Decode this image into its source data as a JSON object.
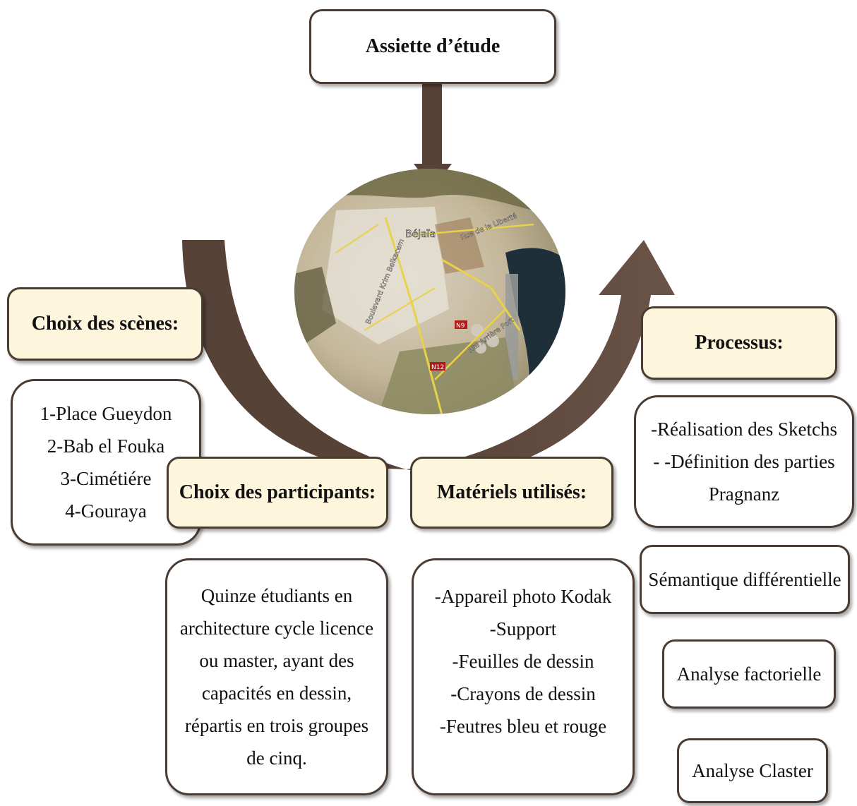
{
  "title": "Assiette d’étude",
  "map": {
    "labels": {
      "city": "Béjaïa",
      "street1": "Rue de la Liberté",
      "street2": "Boulevard Krim Belkacem",
      "road1": "Rte Arrière Port",
      "shield_n9": "N9",
      "shield_n12": "N12"
    }
  },
  "left": {
    "header": "Choix des scènes:",
    "items": [
      "1-Place Gueydon",
      "2-Bab el Fouka",
      "3-Cimétiére",
      "4-Gouraya"
    ]
  },
  "participants": {
    "header": "Choix des participants:",
    "lines": [
      "Quinze étudiants en",
      "architecture cycle licence",
      "ou master, ayant des",
      "capacités en dessin,",
      "répartis en trois groupes",
      "de cinq."
    ]
  },
  "materials": {
    "header": "Matériels utilisés:",
    "lines": [
      "-Appareil photo Kodak",
      "-Support",
      "-Feuilles de dessin",
      "-Crayons de dessin",
      "-Feutres bleu et rouge"
    ]
  },
  "process": {
    "header": "Processus:",
    "lines": [
      "-Réalisation des Sketchs",
      "- -Définition des parties",
      "Pragnanz"
    ],
    "steps": [
      "Sémantique différentielle",
      "Analyse factorielle",
      "Analyse Claster"
    ]
  },
  "colors": {
    "arrow": "#574238",
    "border": "#4a3c32",
    "header_fill": "#fdf5dc"
  }
}
